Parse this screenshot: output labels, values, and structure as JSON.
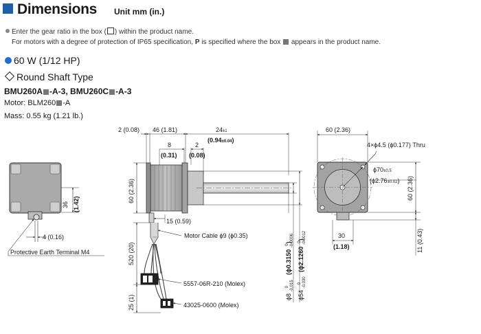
{
  "header": {
    "title": "Dimensions",
    "unit": "Unit mm (in.)"
  },
  "notes": {
    "gear_ratio_pre": "Enter the gear ratio in the box (",
    "gear_ratio_post": ") within the product name.",
    "ip65_pre": "For motors with a degree of protection of IP65 specification,",
    "ip65_p": "P",
    "ip65_mid": "is specified where the box",
    "ip65_post": "appears in the product name."
  },
  "section": {
    "power": "60 W (1/12 HP)",
    "shaft_type": "Round Shaft Type",
    "model_a_pre": "BMU260A",
    "model_a_post": "-A-3",
    "model_sep": ",",
    "model_c_pre": "BMU260C",
    "model_c_post": "-A-3",
    "motor_pre": "Motor: BLM260",
    "motor_post": "-A",
    "mass": "Mass: 0.55 kg (1.21 lb.)"
  },
  "drawing": {
    "dim_2": "2 (",
    "dim_2_in": "0.08",
    "dim_46": "46 (",
    "dim_46_in": "1.81",
    "dim_24": "24",
    "dim_24_tol": "±1",
    "dim_24_in": "0.94",
    "dim_24_in_tol": "±0.04",
    "dim_8": "8",
    "dim_8_in": "0.31",
    "dim_2b": "2",
    "dim_2b_in": "0.08",
    "dim_60_side": "60 (",
    "dim_60_side_in": "2.36",
    "dim_15": "15 (",
    "dim_15_in": "0.59",
    "motor_cable": "Motor Cable ϕ9 (",
    "motor_cable_in": "ϕ0.35",
    "dim_520": "520 (",
    "dim_520_in": "20",
    "dim_25": "25 (1)",
    "connector_1": "5557-06R-210 (Molex)",
    "connector_2": "43025-0600 (Molex)",
    "shaft_phi8": "ϕ8",
    "shaft_phi8_tol": "-0.015",
    "shaft_phi8_tol0": "0",
    "shaft_phi8_in": "ϕ0.3150",
    "shaft_phi8_in_tol": "-0.0006",
    "shaft_phi8_in_tol0": "0",
    "pilot_phi54": "ϕ54",
    "pilot_phi54_tol": "-0.030",
    "pilot_phi54_tol0": "0",
    "pilot_phi54_in": "ϕ2.1260",
    "pilot_phi54_in_tol": "-0.0012",
    "pilot_phi54_in_tol0": "0",
    "dim_60_top": "60 (",
    "dim_60_top_in": "2.36",
    "holes": "4×ϕ4.5 (",
    "holes_in": "ϕ0.177",
    "holes_post": ") Thru",
    "pcd": "ϕ70",
    "pcd_tol": "±0.5",
    "pcd_in": "ϕ2.76",
    "pcd_in_tol": "±0.02",
    "dim_60_front": "60 (2.36)",
    "dim_30": "30",
    "dim_30_in": "1.18",
    "dim_11": "11 (0.43)",
    "dim_36": "36",
    "dim_36_in": "1.42",
    "dim_4": "4 (",
    "dim_4_in": "0.16",
    "earth_terminal": "Protective Earth Terminal M4"
  }
}
